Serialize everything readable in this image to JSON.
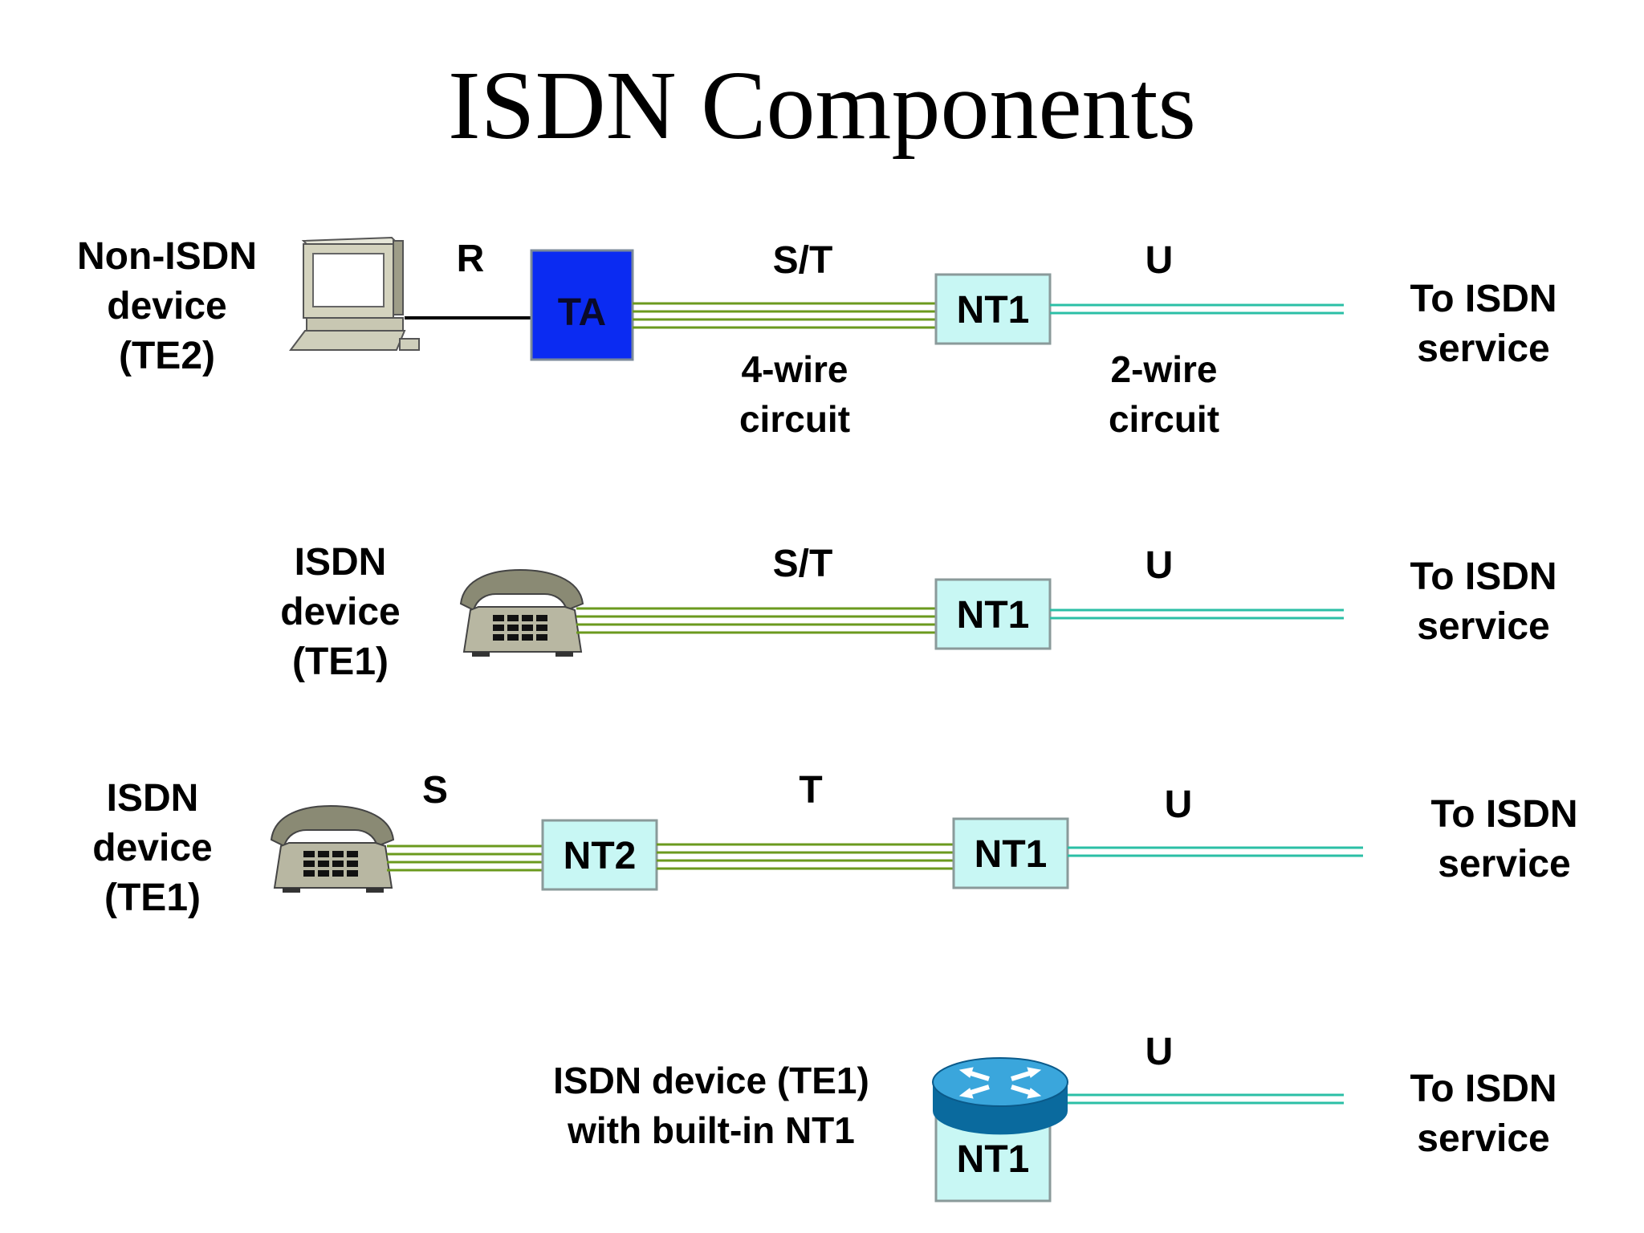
{
  "title": "ISDN Components",
  "rows": [
    {
      "device_label": [
        "Non-ISDN",
        "device",
        "(TE2)"
      ],
      "ref_points": {
        "r": "R",
        "st": "S/T",
        "u": "U"
      },
      "ta_label": "TA",
      "nt1_label": "NT1",
      "wire_4": [
        "4-wire",
        "circuit"
      ],
      "wire_2": [
        "2-wire",
        "circuit"
      ],
      "service": [
        "To ISDN",
        "service"
      ]
    },
    {
      "device_label": [
        "ISDN",
        "device",
        "(TE1)"
      ],
      "ref_points": {
        "st": "S/T",
        "u": "U"
      },
      "nt1_label": "NT1",
      "service": [
        "To ISDN",
        "service"
      ]
    },
    {
      "device_label": [
        "ISDN",
        "device",
        "(TE1)"
      ],
      "ref_points": {
        "s": "S",
        "t": "T",
        "u": "U"
      },
      "nt2_label": "NT2",
      "nt1_label": "NT1",
      "service": [
        "To ISDN",
        "service"
      ]
    },
    {
      "device_label": [
        "ISDN device (TE1)",
        "with built-in NT1"
      ],
      "ref_points": {
        "u": "U"
      },
      "nt1_label": "NT1",
      "service": [
        "To ISDN",
        "service"
      ]
    }
  ],
  "icons": [
    "computer-icon",
    "telephone-icon",
    "router-icon"
  ],
  "colors": {
    "ta_fill": "#0b2bf2",
    "nt_fill": "#c8f7f4",
    "four_wire": "#6b9a1e",
    "two_wire": "#2bbfa6"
  }
}
